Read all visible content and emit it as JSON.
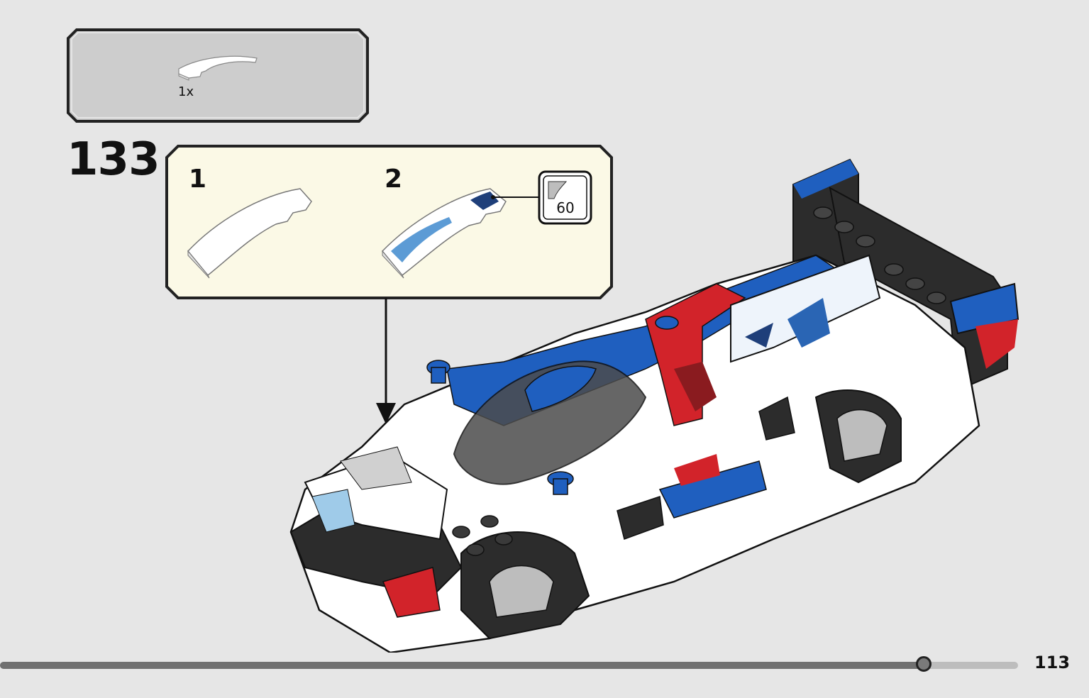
{
  "parts_list": {
    "quantity": "1x",
    "part_icon": "curved-slope-brick-white-icon"
  },
  "step": {
    "number": "133",
    "substeps": [
      {
        "label": "1",
        "part_icon": "curved-slope-brick-white-icon"
      },
      {
        "label": "2",
        "part_icon": "curved-slope-with-sticker-icon"
      }
    ],
    "sticker": {
      "number": "60",
      "icon": "sticker-peel-icon"
    }
  },
  "model": {
    "icon": "bmw-race-car-model-icon"
  },
  "navigation": {
    "page_number": "113",
    "progress": 0.907
  },
  "colors": {
    "background": "#e6e6e6",
    "parts_panel_fill": "#cfcfcf",
    "substep_panel_fill": "#fbf9e6",
    "car_blue": "#1f5fbf",
    "car_red": "#d2232a",
    "car_black": "#2c2c2c",
    "car_white": "#ffffff"
  }
}
